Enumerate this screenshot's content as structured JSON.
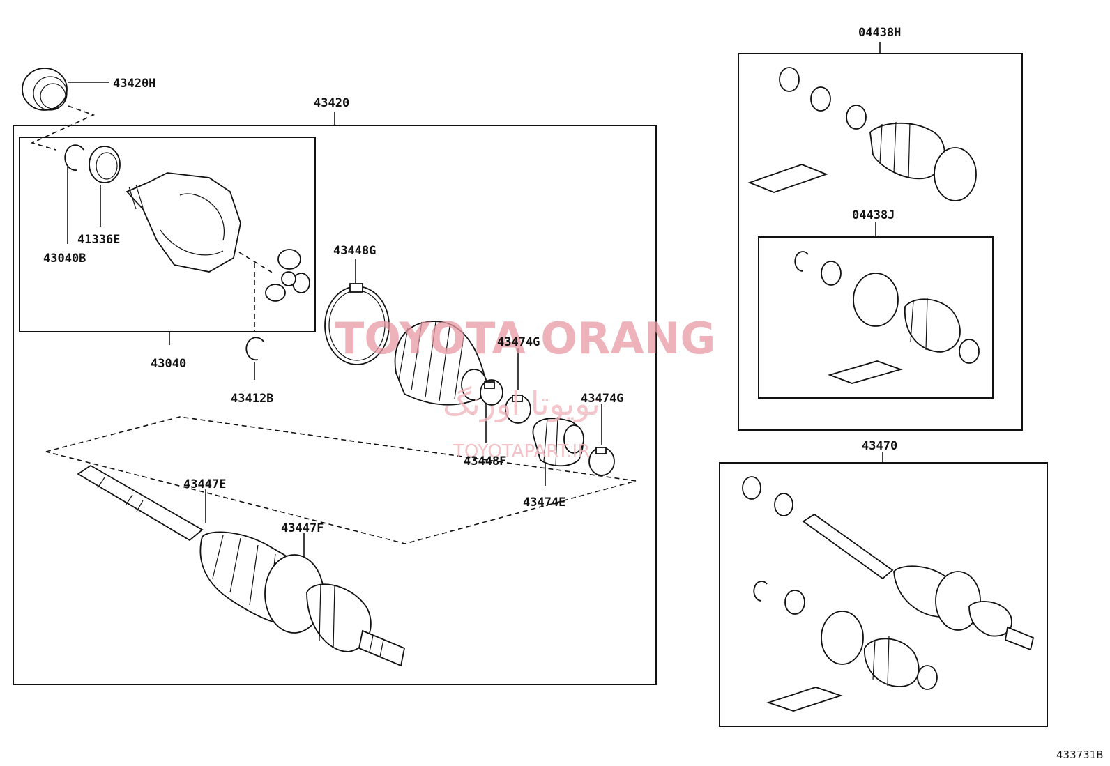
{
  "labels": {
    "p43420H": "43420H",
    "p43420": "43420",
    "p43040B": "43040B",
    "p41336E": "41336E",
    "p43040": "43040",
    "p43412B": "43412B",
    "p43448G": "43448G",
    "p43474G_a": "43474G",
    "p43474G_b": "43474G",
    "p43448F": "43448F",
    "p43474E": "43474E",
    "p43447E": "43447E",
    "p43447F": "43447F",
    "p04438H": "04438H",
    "p04438J": "04438J",
    "p43470": "43470"
  },
  "watermark": {
    "title": "TOYOTA ORANG",
    "arabic": "تویوتا اورنگ",
    "site": "TOYOTAPART.IR"
  },
  "figure_code": "433731B",
  "colors": {
    "line": "#111111",
    "watermark": "#e89aa3"
  }
}
